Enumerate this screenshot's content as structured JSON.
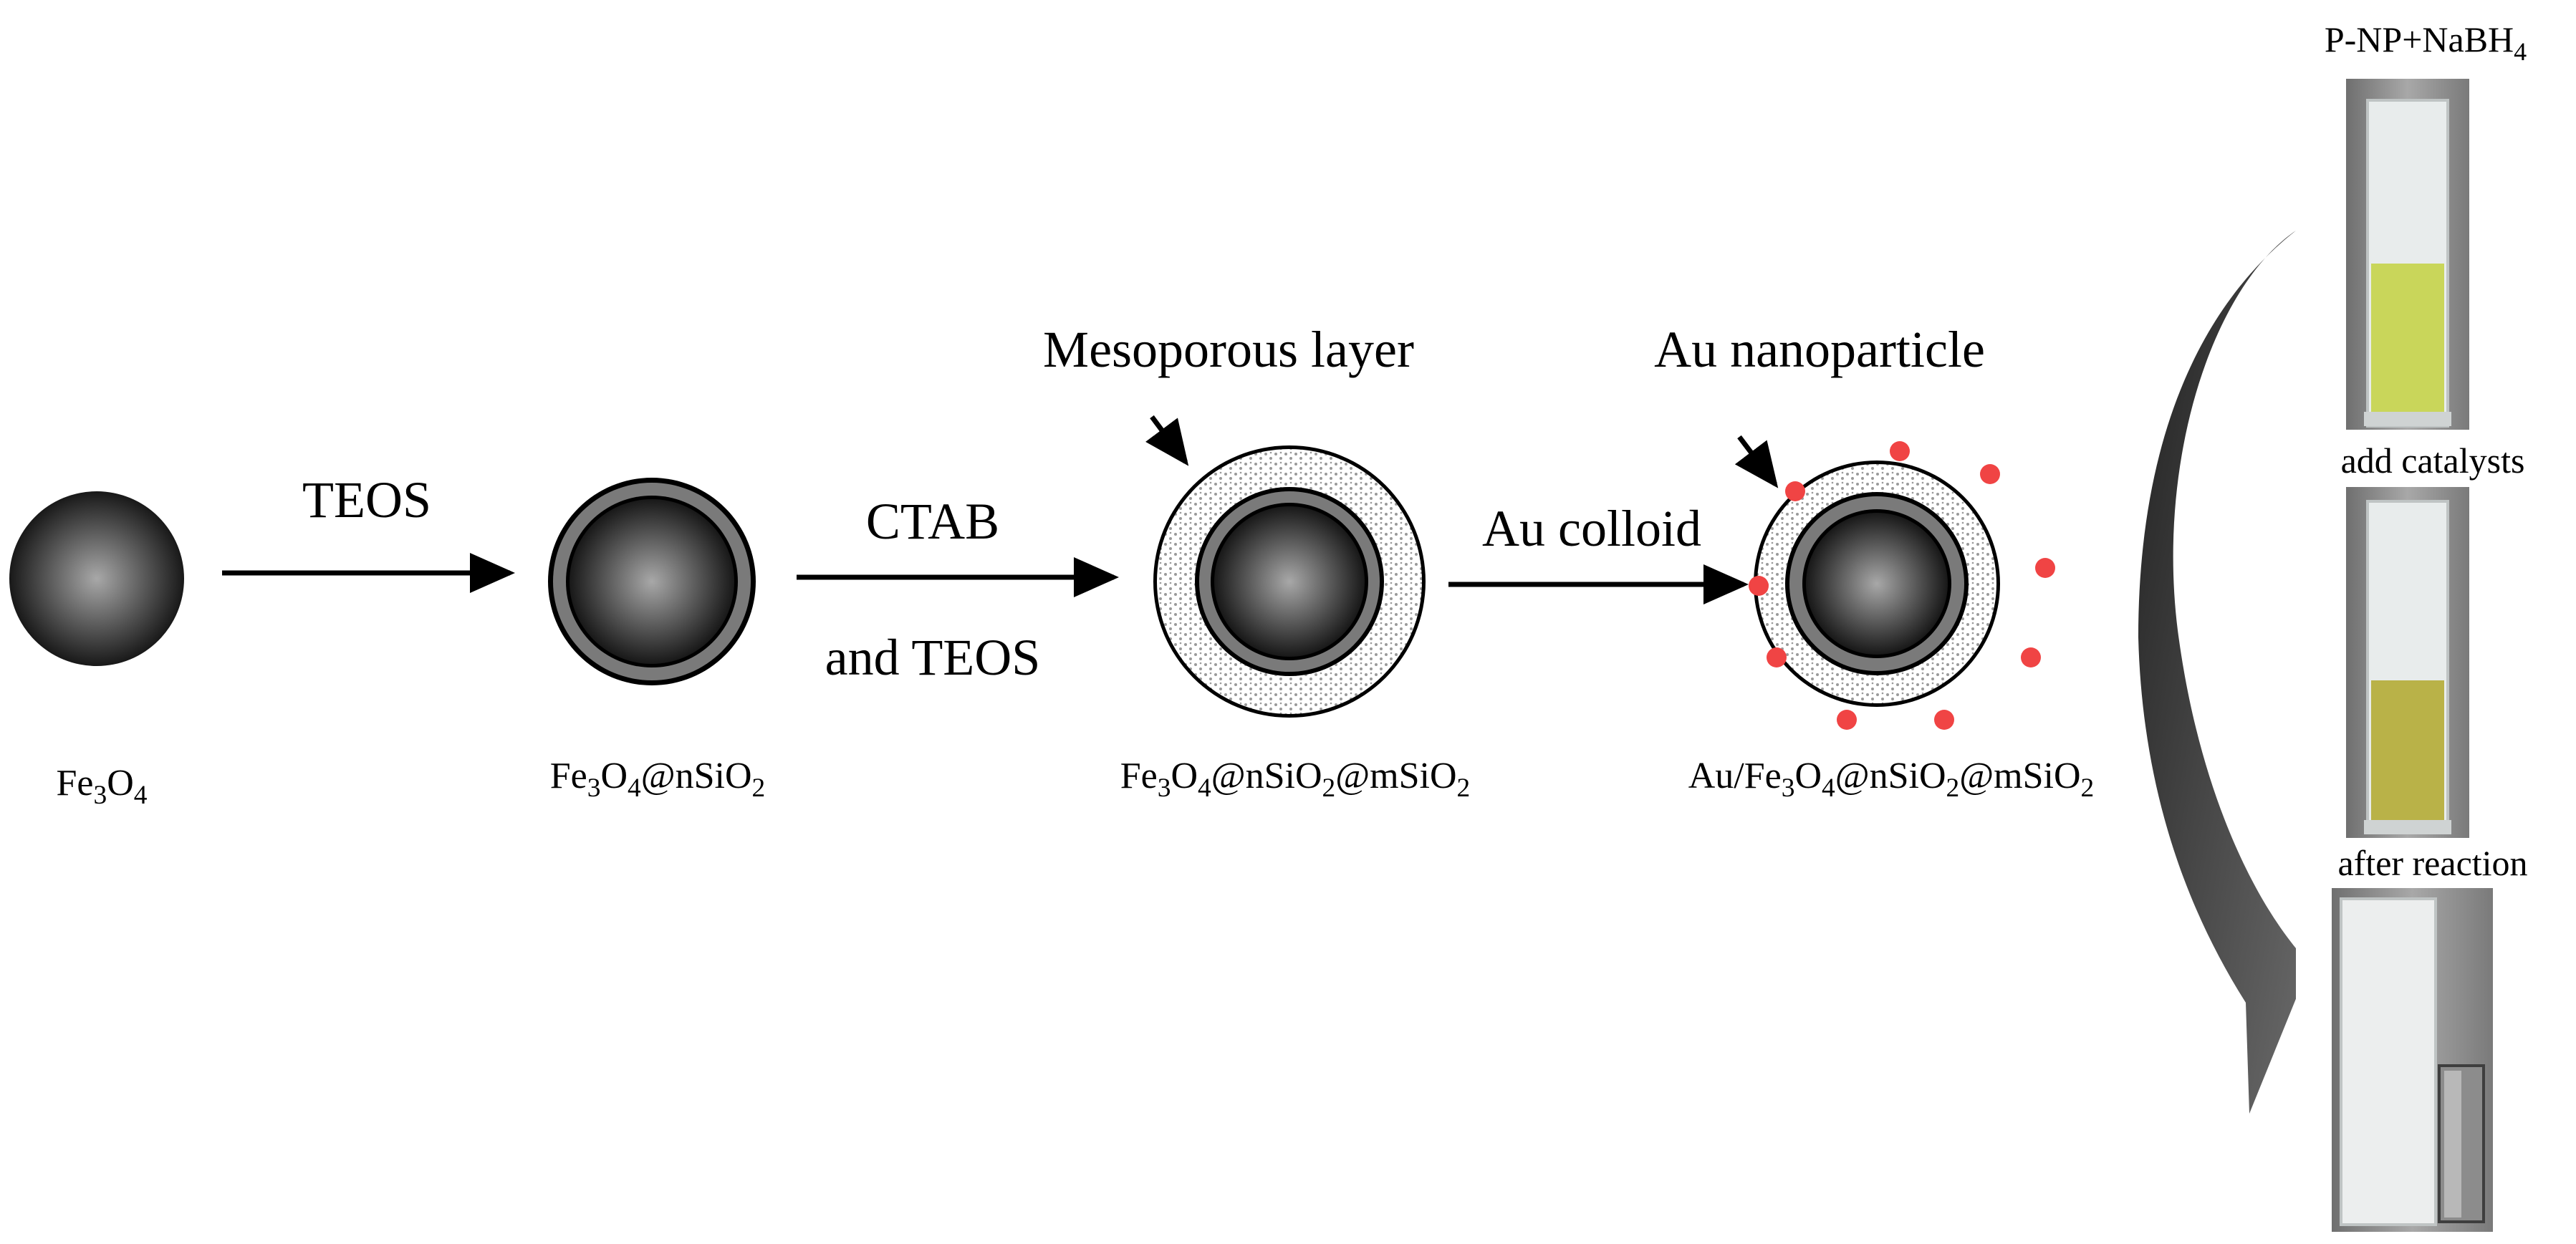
{
  "steps": [
    {
      "product": [
        {
          "t": "Fe"
        },
        {
          "t": "3",
          "s": "sub"
        },
        {
          "t": "O"
        },
        {
          "t": "4",
          "s": "sub"
        }
      ]
    },
    {
      "reagent_top": "TEOS",
      "reagent_bottom": "",
      "product": [
        {
          "t": "Fe"
        },
        {
          "t": "3",
          "s": "sub"
        },
        {
          "t": "O"
        },
        {
          "t": "4",
          "s": "sub"
        },
        {
          "t": "@nSiO"
        },
        {
          "t": "2",
          "s": "sub"
        }
      ]
    },
    {
      "reagent_top": "CTAB",
      "reagent_bottom": "and TEOS",
      "annotation": "Mesoporous layer",
      "product": [
        {
          "t": "Fe"
        },
        {
          "t": "3",
          "s": "sub"
        },
        {
          "t": "O"
        },
        {
          "t": "4",
          "s": "sub"
        },
        {
          "t": "@nSiO"
        },
        {
          "t": "2",
          "s": "sub"
        },
        {
          "t": "@mSiO"
        },
        {
          "t": "2",
          "s": "sub"
        }
      ]
    },
    {
      "reagent_top": "Au colloid",
      "reagent_bottom": "",
      "annotation": "Au nanoparticle",
      "product": [
        {
          "t": "Au/Fe"
        },
        {
          "t": "3",
          "s": "sub"
        },
        {
          "t": "O"
        },
        {
          "t": "4",
          "s": "sub"
        },
        {
          "t": "@nSiO"
        },
        {
          "t": "2",
          "s": "sub"
        },
        {
          "t": "@mSiO"
        },
        {
          "t": "2",
          "s": "sub"
        }
      ]
    }
  ],
  "photos": {
    "top_label": [
      {
        "t": "P-NP+NaBH"
      },
      {
        "t": "4",
        "s": "sub"
      }
    ],
    "middle_label": "add catalysts",
    "bottom_label": "after reaction",
    "cuvettes": [
      {
        "solution": "yellow-green",
        "color": "#c9d65a"
      },
      {
        "solution": "yellow",
        "color": "#b9b248"
      },
      {
        "solution": "colorless",
        "color": "#eceeee"
      }
    ]
  },
  "colors": {
    "core_light": "#a8a8a8",
    "core_dark": "#0a0a0a",
    "shell": "#7a7a7a",
    "meso_fill": "#ffffff",
    "meso_dot": "#9a9a9a",
    "au_dot": "#f04444",
    "curve_arrow": "#202020",
    "photo_bg": "#8a8a8a"
  }
}
